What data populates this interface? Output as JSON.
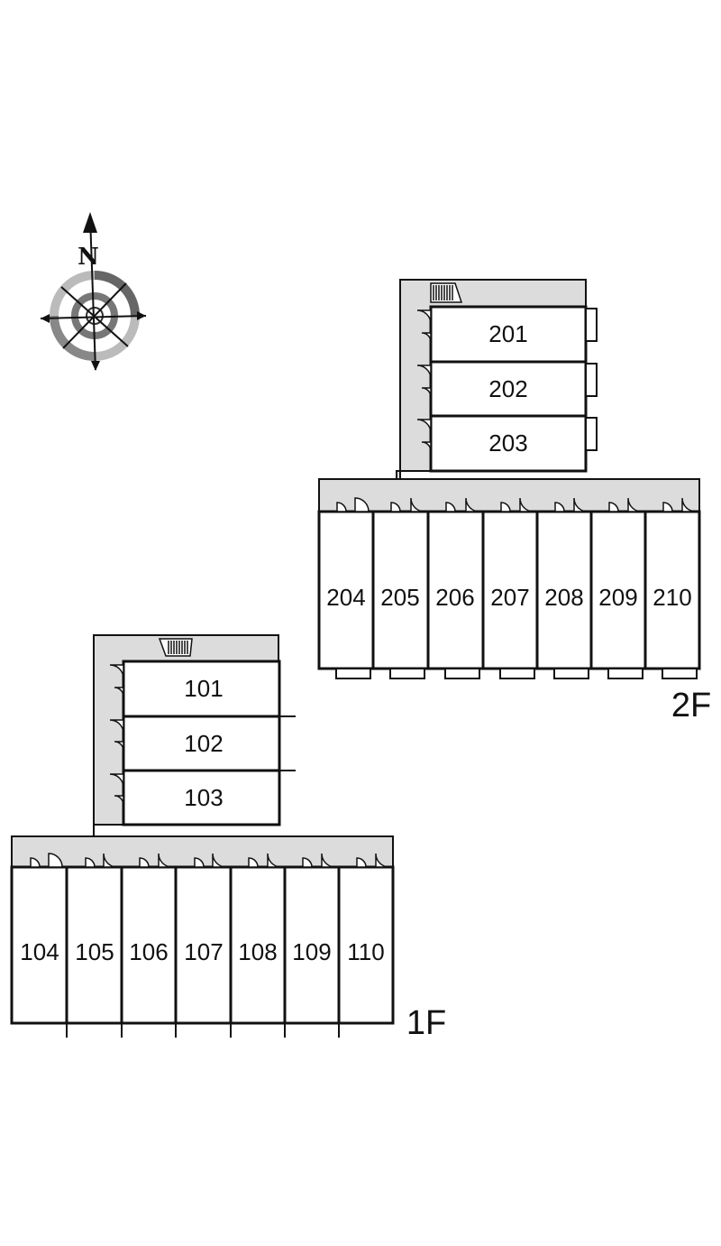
{
  "compass": {
    "north_label": "N"
  },
  "floor2": {
    "label": "2F",
    "units_stack": [
      "201",
      "202",
      "203"
    ],
    "units_row": [
      "204",
      "205",
      "206",
      "207",
      "208",
      "209",
      "210"
    ]
  },
  "floor1": {
    "label": "1F",
    "units_stack": [
      "101",
      "102",
      "103"
    ],
    "units_row": [
      "104",
      "105",
      "106",
      "107",
      "108",
      "109",
      "110"
    ]
  },
  "colors": {
    "corridor": "#dcdcdc",
    "wall": "#111111",
    "compass_dark": "#666666",
    "compass_light": "#bbbbbb"
  }
}
